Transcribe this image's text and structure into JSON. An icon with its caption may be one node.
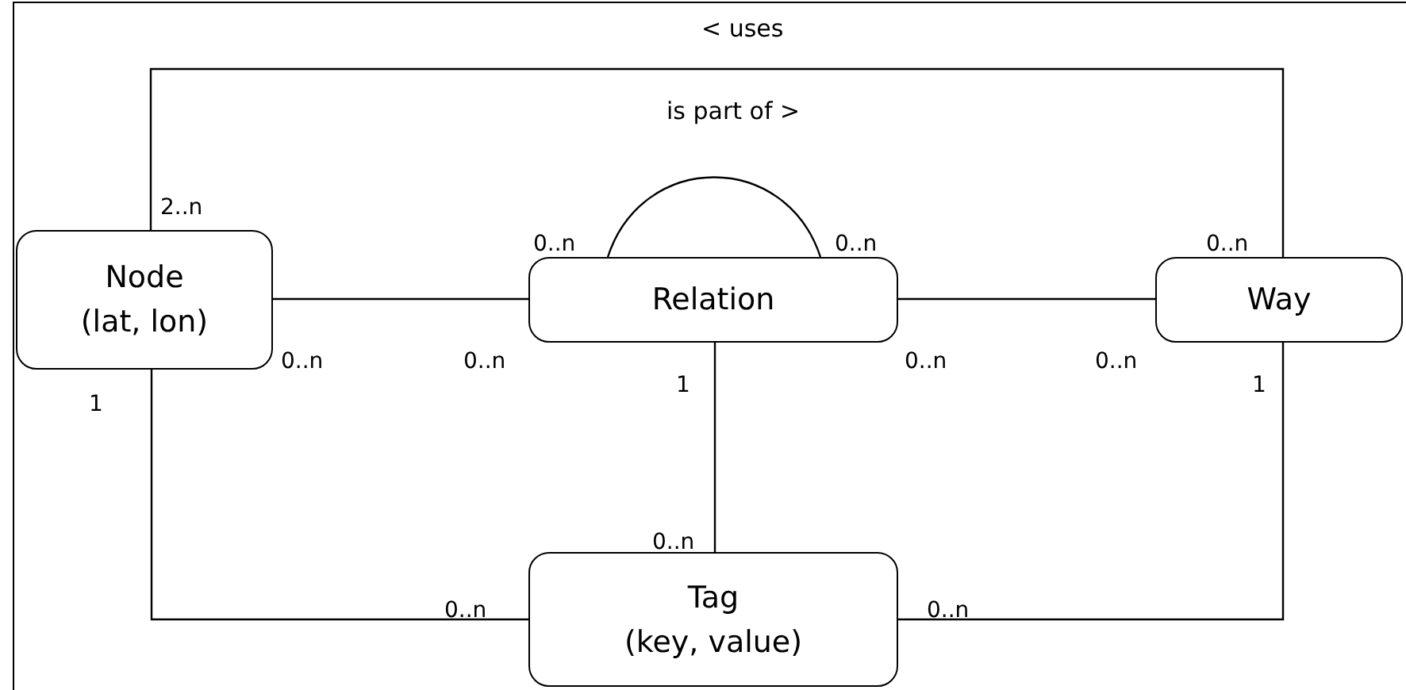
{
  "diagram": {
    "nodes": [
      {
        "text": [
          "Node",
          "(lat, lon)"
        ]
      },
      {
        "text": [
          "Relation"
        ]
      },
      {
        "text": [
          "Way"
        ]
      },
      {
        "text": [
          "Tag",
          "(key, value)"
        ]
      }
    ],
    "edges": [
      {
        "from": 0,
        "to": 2,
        "arrow": "none",
        "label": "< uses"
      },
      {
        "from": 1,
        "to": 1,
        "arrow": "none",
        "label": "is part of >"
      },
      {
        "from": 0,
        "to": 1,
        "arrow": "none"
      },
      {
        "from": 1,
        "to": 2,
        "arrow": "none"
      },
      {
        "from": 1,
        "to": 3,
        "arrow": "none"
      },
      {
        "from": 0,
        "to": 3,
        "arrow": "none"
      },
      {
        "from": 2,
        "to": 3,
        "arrow": "none"
      }
    ],
    "labels": [
      "2..n",
      "0..n",
      "0..n",
      "0..n",
      "0..n",
      "0..n",
      "0..n",
      "0..n",
      "1",
      "1",
      "1",
      "0..n",
      "0..n",
      "0..n"
    ]
  }
}
